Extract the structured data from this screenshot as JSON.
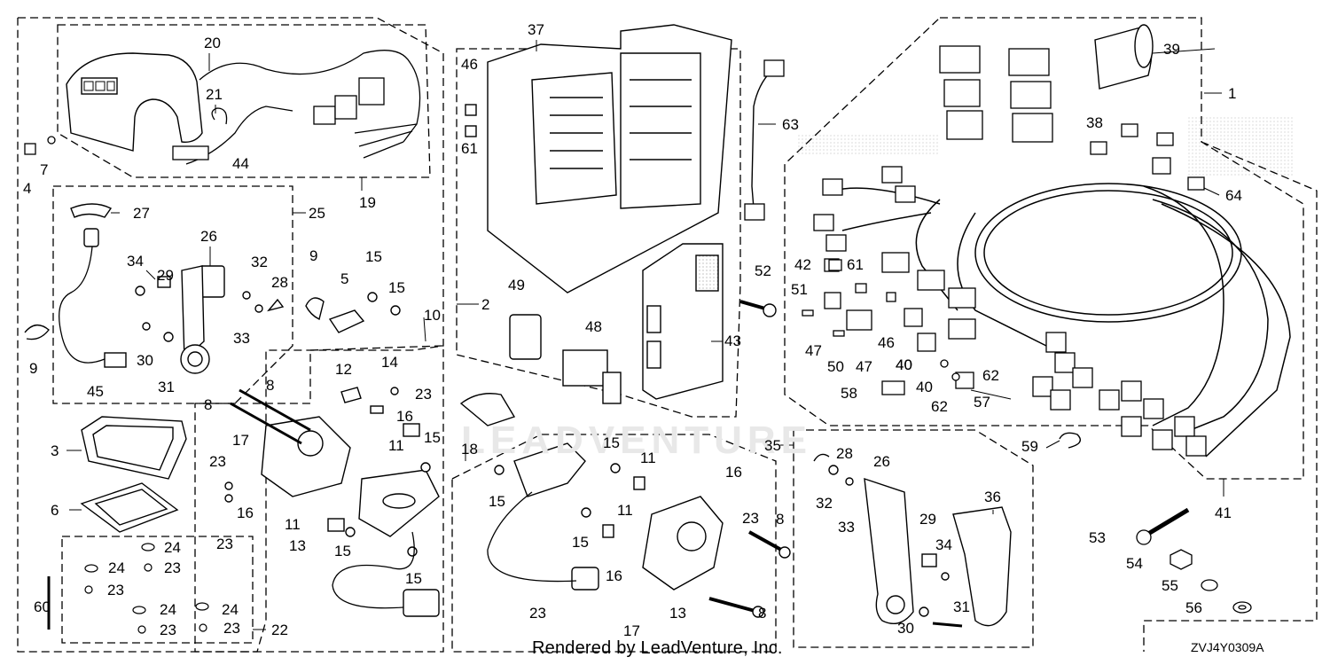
{
  "watermark": "LEADVENTURE",
  "footer": "Rendered by LeadVenture, Inc.",
  "diagram_code": "ZVJ4Y0309A",
  "callouts": [
    {
      "id": "c-20",
      "text": "20"
    },
    {
      "id": "c-21",
      "text": "21"
    },
    {
      "id": "c-44",
      "text": "44"
    },
    {
      "id": "c-19",
      "text": "19"
    },
    {
      "id": "c-4",
      "text": "4"
    },
    {
      "id": "c-7",
      "text": "7"
    },
    {
      "id": "c-27",
      "text": "27"
    },
    {
      "id": "c-25",
      "text": "25"
    },
    {
      "id": "c-26a",
      "text": "26"
    },
    {
      "id": "c-34a",
      "text": "34"
    },
    {
      "id": "c-29a",
      "text": "29"
    },
    {
      "id": "c-32a",
      "text": "32"
    },
    {
      "id": "c-28a",
      "text": "28"
    },
    {
      "id": "c-33a",
      "text": "33"
    },
    {
      "id": "c-9a",
      "text": "9"
    },
    {
      "id": "c-30a",
      "text": "30"
    },
    {
      "id": "c-31a",
      "text": "31"
    },
    {
      "id": "c-45",
      "text": "45"
    },
    {
      "id": "c-9b",
      "text": "9"
    },
    {
      "id": "c-5",
      "text": "5"
    },
    {
      "id": "c-15a",
      "text": "15"
    },
    {
      "id": "c-15b",
      "text": "15"
    },
    {
      "id": "c-10",
      "text": "10"
    },
    {
      "id": "c-8a",
      "text": "8"
    },
    {
      "id": "c-8b",
      "text": "8"
    },
    {
      "id": "c-12",
      "text": "12"
    },
    {
      "id": "c-14",
      "text": "14"
    },
    {
      "id": "c-23a",
      "text": "23"
    },
    {
      "id": "c-16a",
      "text": "16"
    },
    {
      "id": "c-17a",
      "text": "17"
    },
    {
      "id": "c-11a",
      "text": "11"
    },
    {
      "id": "c-15c",
      "text": "15"
    },
    {
      "id": "c-23b",
      "text": "23"
    },
    {
      "id": "c-16b",
      "text": "16"
    },
    {
      "id": "c-23c",
      "text": "23"
    },
    {
      "id": "c-11b",
      "text": "11"
    },
    {
      "id": "c-13a",
      "text": "13"
    },
    {
      "id": "c-15d",
      "text": "15"
    },
    {
      "id": "c-15e",
      "text": "15"
    },
    {
      "id": "c-3",
      "text": "3"
    },
    {
      "id": "c-6",
      "text": "6"
    },
    {
      "id": "c-24a",
      "text": "24"
    },
    {
      "id": "c-24b",
      "text": "24"
    },
    {
      "id": "c-23d",
      "text": "23"
    },
    {
      "id": "c-23e",
      "text": "23"
    },
    {
      "id": "c-24c",
      "text": "24"
    },
    {
      "id": "c-24d",
      "text": "24"
    },
    {
      "id": "c-23f",
      "text": "23"
    },
    {
      "id": "c-23g",
      "text": "23"
    },
    {
      "id": "c-22",
      "text": "22"
    },
    {
      "id": "c-60",
      "text": "60"
    },
    {
      "id": "c-37",
      "text": "37"
    },
    {
      "id": "c-46a",
      "text": "46"
    },
    {
      "id": "c-61a",
      "text": "61"
    },
    {
      "id": "c-63",
      "text": "63"
    },
    {
      "id": "c-2",
      "text": "2"
    },
    {
      "id": "c-49",
      "text": "49"
    },
    {
      "id": "c-52",
      "text": "52"
    },
    {
      "id": "c-48",
      "text": "48"
    },
    {
      "id": "c-43",
      "text": "43"
    },
    {
      "id": "c-18",
      "text": "18"
    },
    {
      "id": "c-15f",
      "text": "15"
    },
    {
      "id": "c-11c",
      "text": "11"
    },
    {
      "id": "c-15g",
      "text": "15"
    },
    {
      "id": "c-16c",
      "text": "16"
    },
    {
      "id": "c-23h",
      "text": "23"
    },
    {
      "id": "c-11d",
      "text": "11"
    },
    {
      "id": "c-15h",
      "text": "15"
    },
    {
      "id": "c-8c",
      "text": "8"
    },
    {
      "id": "c-16d",
      "text": "16"
    },
    {
      "id": "c-23i",
      "text": "23"
    },
    {
      "id": "c-17b",
      "text": "17"
    },
    {
      "id": "c-13b",
      "text": "13"
    },
    {
      "id": "c-8d",
      "text": "8"
    },
    {
      "id": "c-35",
      "text": "35"
    },
    {
      "id": "c-28b",
      "text": "28"
    },
    {
      "id": "c-26b",
      "text": "26"
    },
    {
      "id": "c-32b",
      "text": "32"
    },
    {
      "id": "c-33b",
      "text": "33"
    },
    {
      "id": "c-29b",
      "text": "29"
    },
    {
      "id": "c-34b",
      "text": "34"
    },
    {
      "id": "c-31b",
      "text": "31"
    },
    {
      "id": "c-30b",
      "text": "30"
    },
    {
      "id": "c-36",
      "text": "36"
    },
    {
      "id": "c-39",
      "text": "39"
    },
    {
      "id": "c-1",
      "text": "1"
    },
    {
      "id": "c-38",
      "text": "38"
    },
    {
      "id": "c-64",
      "text": "64"
    },
    {
      "id": "c-42",
      "text": "42"
    },
    {
      "id": "c-61b",
      "text": "61"
    },
    {
      "id": "c-51",
      "text": "51"
    },
    {
      "id": "c-47a",
      "text": "47"
    },
    {
      "id": "c-46b",
      "text": "46"
    },
    {
      "id": "c-40a",
      "text": "40"
    },
    {
      "id": "c-50",
      "text": "50"
    },
    {
      "id": "c-47b",
      "text": "47"
    },
    {
      "id": "c-40b",
      "text": "40"
    },
    {
      "id": "c-40c",
      "text": "40"
    },
    {
      "id": "c-62a",
      "text": "62"
    },
    {
      "id": "c-58",
      "text": "58"
    },
    {
      "id": "c-62b",
      "text": "62"
    },
    {
      "id": "c-57",
      "text": "57"
    },
    {
      "id": "c-59",
      "text": "59"
    },
    {
      "id": "c-41",
      "text": "41"
    },
    {
      "id": "c-53",
      "text": "53"
    },
    {
      "id": "c-54",
      "text": "54"
    },
    {
      "id": "c-55",
      "text": "55"
    },
    {
      "id": "c-56",
      "text": "56"
    }
  ]
}
